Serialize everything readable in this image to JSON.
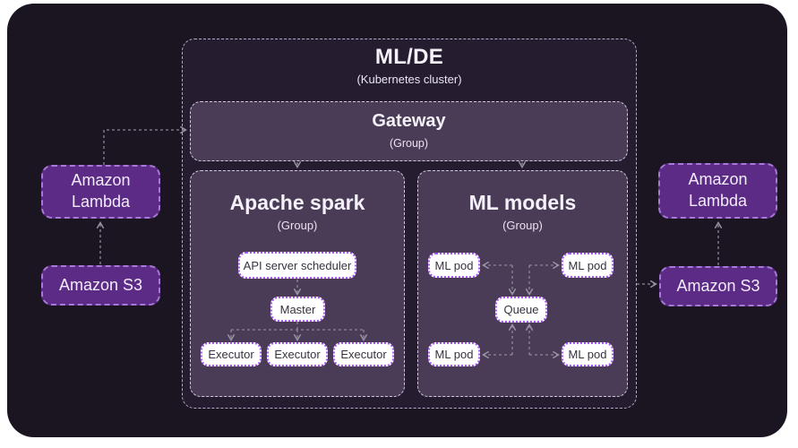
{
  "cluster": {
    "title": "ML/DE",
    "subtitle": "(Kubernetes cluster)",
    "gateway": {
      "title": "Gateway",
      "subtitle": "(Group)"
    },
    "spark": {
      "title": "Apache spark",
      "subtitle": "(Group)",
      "scheduler_label": "API server scheduler",
      "master_label": "Master",
      "executors": [
        "Executor",
        "Executor",
        "Executor"
      ]
    },
    "ml_models": {
      "title": "ML models",
      "subtitle": "(Group)",
      "queue_label": "Queue",
      "pods": [
        "ML pod",
        "ML pod",
        "ML pod",
        "ML pod"
      ]
    }
  },
  "aws_left": {
    "lambda_label": "Amazon Lambda",
    "s3_label": "Amazon S3"
  },
  "aws_right": {
    "lambda_label": "Amazon Lambda",
    "s3_label": "Amazon S3"
  },
  "colors": {
    "page_background": "#ffffff",
    "canvas_background": "#1a1521",
    "cluster_fill": "#251d2f",
    "cluster_border": "#b7a9c9",
    "group_fill": "#4a3c56",
    "group_border": "#d3c8e0",
    "aws_fill": "#5b2b86",
    "aws_border": "#a678d8",
    "node_fill": "#ffffff",
    "node_border": "#a855f7",
    "node_text": "#38323f",
    "light_text": "#f5f1f8",
    "connector": "#8d8595"
  }
}
